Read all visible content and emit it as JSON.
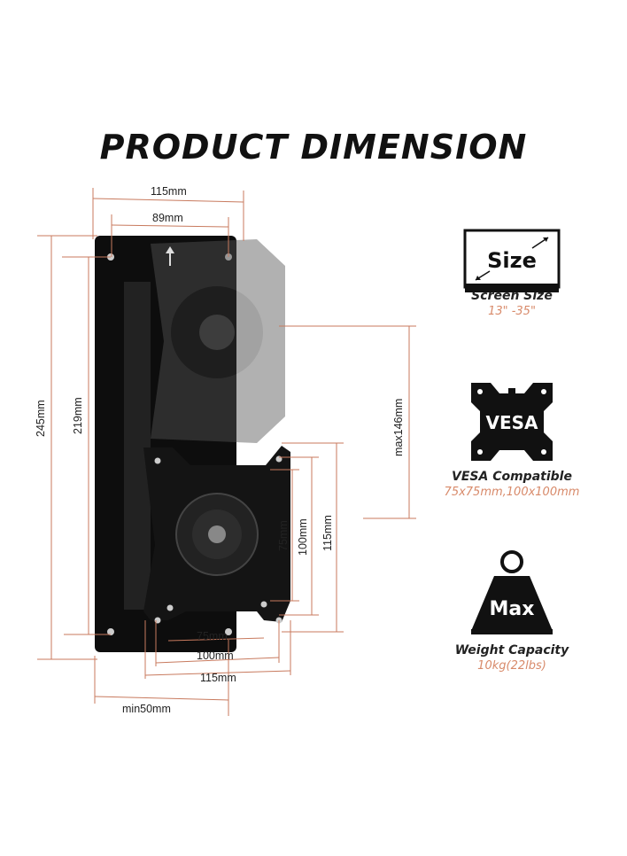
{
  "title": "PRODUCT DIMENSION",
  "dimensions": {
    "plate_width": "115mm",
    "hole_spacing_top": "89mm",
    "plate_height": "245mm",
    "inner_height": "219mm",
    "max_travel": "max146mm",
    "vesa_75_v": "75mm",
    "vesa_100_v": "100mm",
    "vesa_115_v": "115mm",
    "vesa_75_h": "75mm",
    "vesa_100_h": "100mm",
    "vesa_115_h": "115mm",
    "min_offset": "min50mm"
  },
  "features": [
    {
      "icon": "screen-size-icon",
      "icon_text": "Size",
      "title": "Screen Size",
      "value": "13\" -35\""
    },
    {
      "icon": "vesa-plate-icon",
      "icon_text": "VESA",
      "title": "VESA Compatible",
      "value": "75x75mm,100x100mm"
    },
    {
      "icon": "weight-icon",
      "icon_text": "Max",
      "title": "Weight Capacity",
      "value": "10kg(22lbs)"
    }
  ],
  "colors": {
    "dimension_line": "#c87a5e",
    "accent_text": "#d88a6a",
    "metal": "#111111"
  }
}
